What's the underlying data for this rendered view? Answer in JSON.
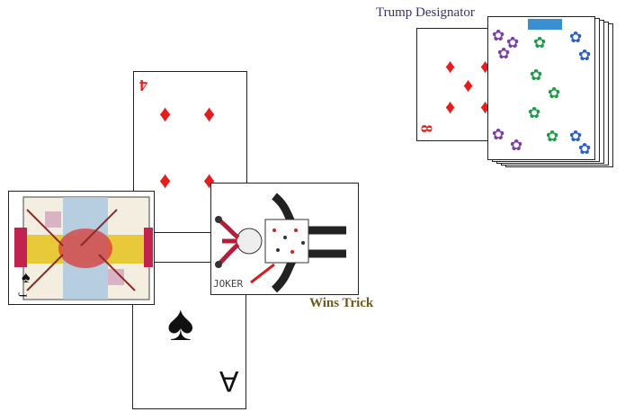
{
  "trump": {
    "title": "Trump Designator",
    "card": {
      "rank": "8",
      "suit": "diamonds"
    },
    "deck_back": "frog-pattern"
  },
  "trick": {
    "cards": [
      {
        "id": "four-of-diamonds",
        "rank": "4",
        "suit": "diamonds"
      },
      {
        "id": "ace-of-spades",
        "rank": "A",
        "suit": "spades"
      },
      {
        "id": "jack-of-spades",
        "rank": "J",
        "suit": "spades",
        "face": "illustrated-jack"
      },
      {
        "id": "joker",
        "rank": "JOKER",
        "face": "illustrated-jester"
      }
    ],
    "winner_label": "Wins Trick"
  },
  "colors": {
    "red_suit": "#e41e1e",
    "black_suit": "#111111",
    "title": "#3e2f6e",
    "wins": "#6b5a1e"
  }
}
